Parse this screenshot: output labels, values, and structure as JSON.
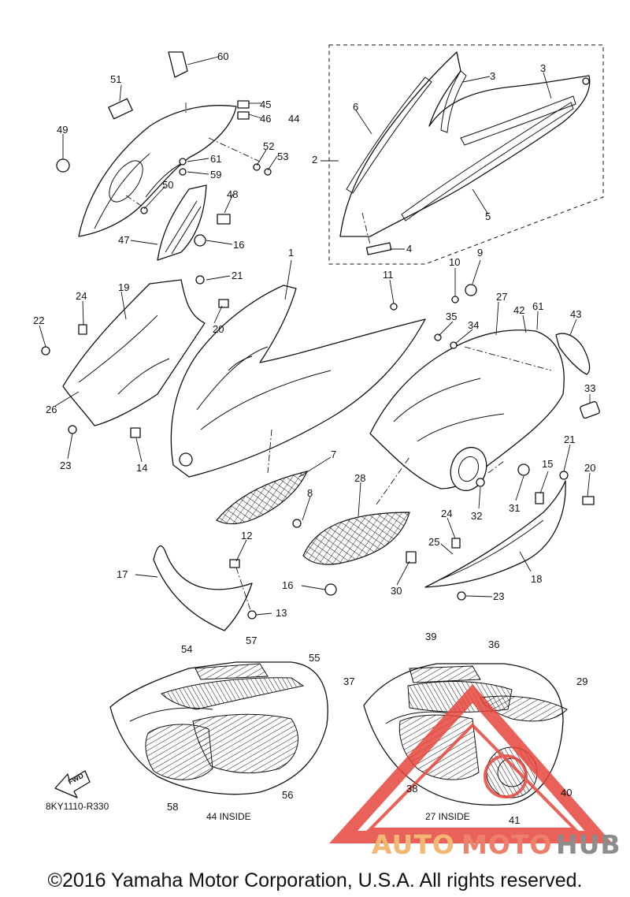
{
  "callouts": {
    "n1": "1",
    "n2": "2",
    "n3a": "3",
    "n3b": "3",
    "n4": "4",
    "n5": "5",
    "n6": "6",
    "n7": "7",
    "n8": "8",
    "n9": "9",
    "n10": "10",
    "n11": "11",
    "n12": "12",
    "n13": "13",
    "n14": "14",
    "n15": "15",
    "n16a": "16",
    "n16b": "16",
    "n17": "17",
    "n18": "18",
    "n19": "19",
    "n20a": "20",
    "n20b": "20",
    "n21a": "21",
    "n21b": "21",
    "n22": "22",
    "n23a": "23",
    "n23b": "23",
    "n24a": "24",
    "n24b": "24",
    "n25": "25",
    "n26": "26",
    "n27": "27",
    "n28": "28",
    "n29": "29",
    "n30": "30",
    "n31": "31",
    "n32": "32",
    "n33": "33",
    "n34": "34",
    "n35": "35",
    "n36": "36",
    "n37": "37",
    "n38": "38",
    "n39": "39",
    "n40": "40",
    "n41": "41",
    "n42": "42",
    "n43": "43",
    "n44": "44",
    "n45": "45",
    "n46": "46",
    "n47": "47",
    "n48": "48",
    "n49": "49",
    "n50": "50",
    "n51": "51",
    "n52": "52",
    "n53": "53",
    "n54": "54",
    "n55": "55",
    "n56": "56",
    "n57": "57",
    "n58": "58",
    "n59": "59",
    "n60": "60",
    "n61a": "61",
    "n61b": "61"
  },
  "inset_labels": {
    "left": "44 INSIDE",
    "right": "27 INSIDE"
  },
  "fwd_label": "FWD",
  "diagram_code": "8KY1110-R330",
  "watermark": {
    "word1": "AUTO",
    "word2": "MOTO",
    "word3": "HUB"
  },
  "copyright": "©2016 Yamaha Motor Corporation, U.S.A. All rights reserved.",
  "colors": {
    "watermark_red": "#e6463c",
    "watermark_orange": "#f2b774",
    "watermark_gray": "#8c8c8c"
  }
}
